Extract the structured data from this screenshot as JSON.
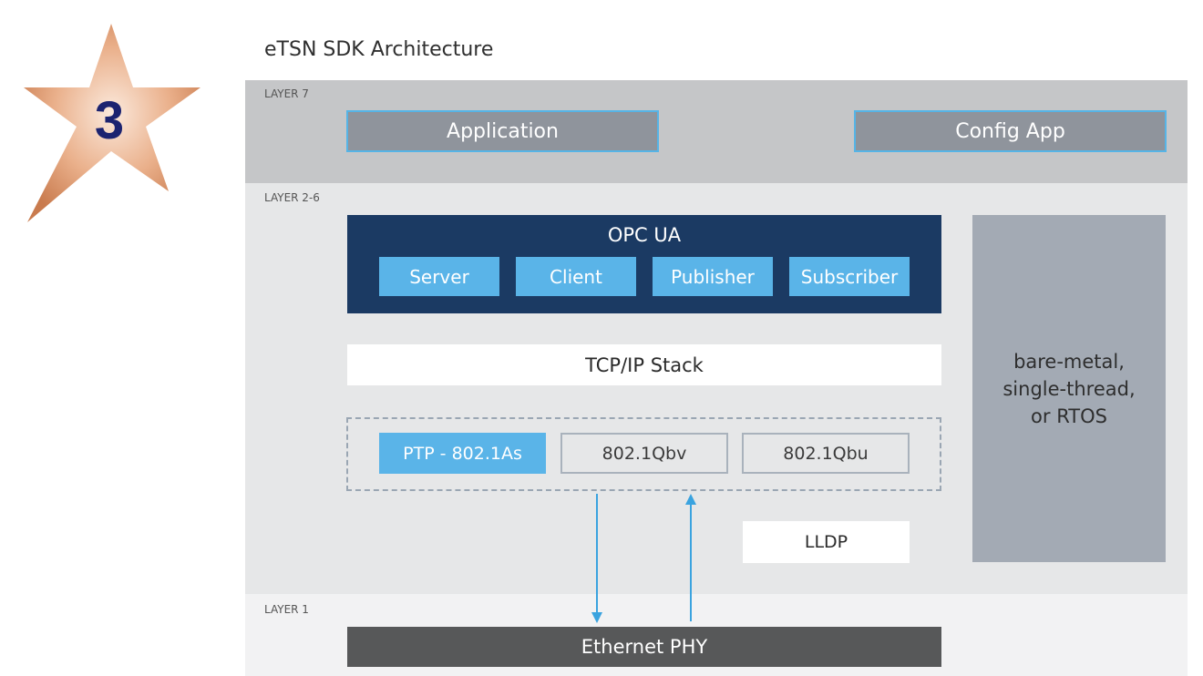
{
  "badge": {
    "number": "3"
  },
  "title": "eTSN SDK Architecture",
  "layers": {
    "layer7": "LAYER 7",
    "layer2_6": "LAYER 2-6",
    "layer1": "LAYER 1"
  },
  "layer7_boxes": {
    "application": "Application",
    "config_app": "Config App"
  },
  "opc_ua": {
    "label": "OPC UA",
    "components": [
      "Server",
      "Client",
      "Publisher",
      "Subscriber"
    ]
  },
  "tcp_ip": "TCP/IP Stack",
  "tsn": {
    "ptp": "PTP - 802.1As",
    "qbv": "802.1Qbv",
    "qbu": "802.1Qbu"
  },
  "lldp": "LLDP",
  "os_box": {
    "lines": [
      "bare-metal,",
      "single-thread,",
      "or RTOS"
    ]
  },
  "ethernet_phy": "Ethernet PHY",
  "colors": {
    "opc_navy": "#1b3a63",
    "accent_blue": "#5ab4e8",
    "phy_dark": "#575859",
    "star_orange": "#e5a57d",
    "badge_navy": "#1c2370"
  }
}
